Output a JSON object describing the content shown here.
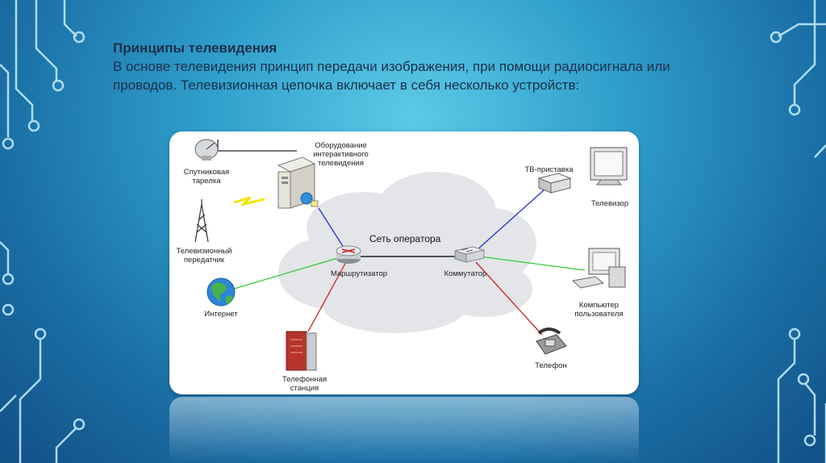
{
  "slide": {
    "heading": "Принципы телевидения",
    "body": "В основе телевидения принцип передачи изображения, при помощи радиосигнала или проводов. Телевизионная цепочка включает в себя несколько устройств:"
  },
  "diagram": {
    "cloud_label": "Сеть оператора",
    "nodes": {
      "satellite": "Спутниковая тарелка",
      "itv_equipment": "Оборудование интерактивного телевидения",
      "tv_transmitter": "Телевизионный передатчик",
      "internet": "Интернет",
      "router": "Маршрутизатор",
      "switch": "Коммутатор",
      "phone_station": "Телефонная станция",
      "stb": "ТВ-приставка",
      "tv": "Телевизор",
      "pc": "Компьютер пользователя",
      "phone": "Телефон"
    },
    "link_colors": {
      "black": "#222222",
      "blue": "#2233cc",
      "green": "#33cc33",
      "red": "#cc2222",
      "yellow": "#f2e600"
    }
  }
}
